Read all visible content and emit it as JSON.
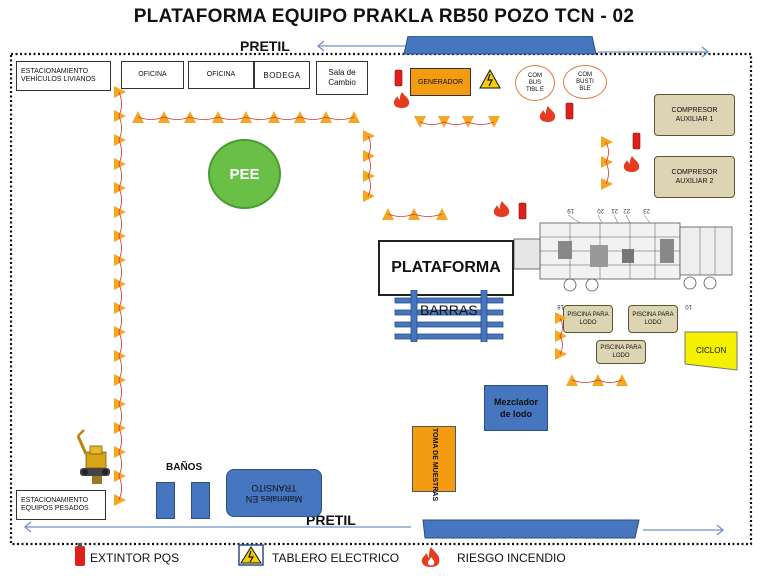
{
  "title": "PLATAFORMA EQUIPO PRAKLA RB50 POZO TCN - 02",
  "pretil_top": "PRETIL",
  "pretil_bottom": "PRETIL",
  "boxes": {
    "estac_livianos": "ESTACIONAMIENTO VEHÍCULOS LIVIANOS",
    "oficina1": "OFICINA",
    "oficina2": "OFICINA",
    "bodega": "BODEGA",
    "sala_cambio": "Sala de Cambio",
    "generador": "GENERADOR",
    "combustible1": "COM BUS TIBL E",
    "combustible2": "COM BUSTI BLE",
    "compresor1": "COMPRESOR AUXILIAR 1",
    "compresor2": "COMPRESOR AUXILIAR 2",
    "pee": "PEE",
    "plataforma": "PLATAFORMA",
    "barras": "BARRAS",
    "piscina1": "PISCINA PARA LODO",
    "piscina2": "PISCINA PARA LODO",
    "piscina3": "PISCINA PARA LODO",
    "ciclon": "CICLON",
    "mezclador": "Mezclador de lodo",
    "toma": "TOMA DE MUESTRAS",
    "banos": "BAÑOS",
    "materiales": "Materiales EN TRANSITO",
    "estac_pesados": "ESTACIONAMIENTO EQUIPOS PESADOS"
  },
  "legend": {
    "extintor": "EXTINTOR PQS",
    "tablero": "TABLERO ELECTRICO",
    "riesgo": "RIESGO INCENDIO"
  },
  "rig_numbers": [
    "19",
    "20",
    "21",
    "22",
    "23",
    "10",
    "18"
  ],
  "colors": {
    "cone": "#f5a623",
    "extinguisher": "#e0201b",
    "fire": "#e63b1f",
    "blue": "#4676bf",
    "khaki": "#ddd4b4",
    "generator": "#f39c12",
    "pee": "#6abf47",
    "ciclon": "#f4f000",
    "arrow": "#6f93c8"
  }
}
